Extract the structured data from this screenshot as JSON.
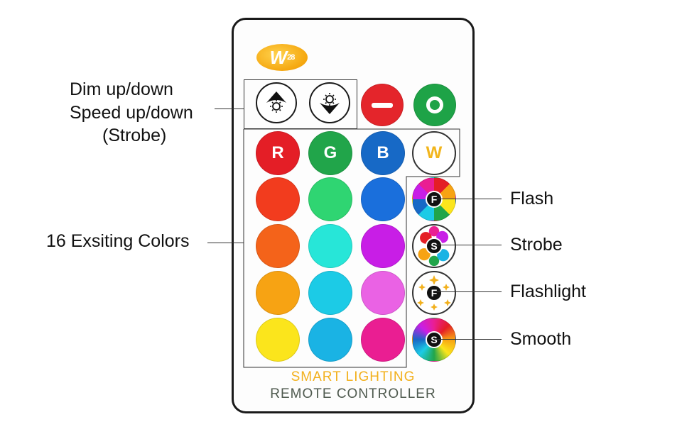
{
  "logo": {
    "text": "W",
    "superscript": "28"
  },
  "labels": {
    "dim": "Dim up/down",
    "speed": "Speed up/down",
    "strobe_paren": "(Strobe)",
    "colors": "16 Exsiting Colors",
    "flash": "Flash",
    "strobe": "Strobe",
    "flashlight": "Flashlight",
    "smooth": "Smooth"
  },
  "buttons": {
    "off_symbol": "—",
    "on_symbol": "O",
    "r": "R",
    "g": "G",
    "b": "B",
    "w": "W",
    "flash_letter": "F",
    "strobe_letter": "S",
    "flashlight_letter": "F",
    "smooth_letter": "S"
  },
  "footer": {
    "line1": "SMART LIGHTING",
    "line2": "REMOTE CONTROLLER"
  },
  "colors": {
    "off": "#e4252b",
    "on": "#1ea347",
    "red": "#e41e26",
    "green": "#21a54a",
    "blue": "#1769c6",
    "swatches": [
      "#f23c1e",
      "#2fd572",
      "#1a6fdc",
      "#f4631a",
      "#27e6d8",
      "#c81ee6",
      "#f7a313",
      "#1ccbe6",
      "#ea62e4",
      "#fbe51c",
      "#1ab3e4",
      "#ea1e92"
    ],
    "footer1": "#f2b01c",
    "footer2": "#4f5a4f"
  },
  "icons": [
    "dim-up-icon",
    "dim-down-icon",
    "minus-icon",
    "circle-icon"
  ]
}
